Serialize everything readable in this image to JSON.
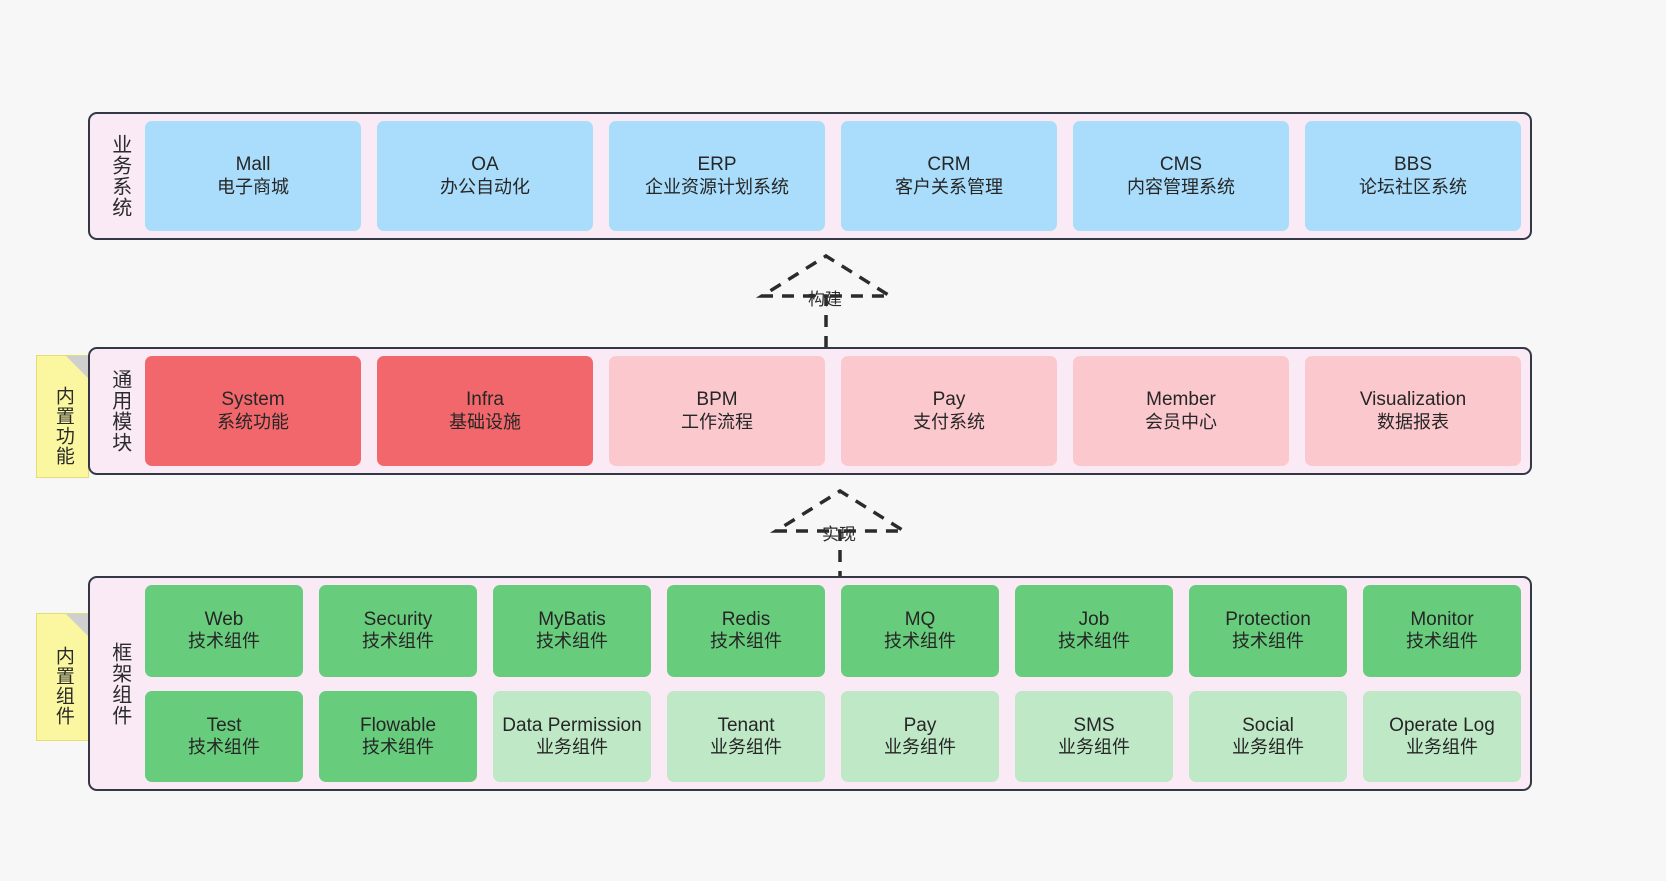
{
  "sections": [
    {
      "label": "业务系统",
      "rows": [
        [
          {
            "title": "Mall",
            "sub": "电子商城",
            "color": "c-blue"
          },
          {
            "title": "OA",
            "sub": "办公自动化",
            "color": "c-blue"
          },
          {
            "title": "ERP",
            "sub": "企业资源计划系统",
            "color": "c-blue"
          },
          {
            "title": "CRM",
            "sub": "客户关系管理",
            "color": "c-blue"
          },
          {
            "title": "CMS",
            "sub": "内容管理系统",
            "color": "c-blue"
          },
          {
            "title": "BBS",
            "sub": "论坛社区系统",
            "color": "c-blue"
          }
        ]
      ]
    },
    {
      "label": "通用模块",
      "sticky": "内置功能",
      "rows": [
        [
          {
            "title": "System",
            "sub": "系统功能",
            "color": "c-red"
          },
          {
            "title": "Infra",
            "sub": "基础设施",
            "color": "c-red"
          },
          {
            "title": "BPM",
            "sub": "工作流程",
            "color": "c-pink"
          },
          {
            "title": "Pay",
            "sub": "支付系统",
            "color": "c-pink"
          },
          {
            "title": "Member",
            "sub": "会员中心",
            "color": "c-pink"
          },
          {
            "title": "Visualization",
            "sub": "数据报表",
            "color": "c-pink"
          }
        ]
      ]
    },
    {
      "label": "框架组件",
      "sticky": "内置组件",
      "rows": [
        [
          {
            "title": "Web",
            "sub": "技术组件",
            "color": "c-green"
          },
          {
            "title": "Security",
            "sub": "技术组件",
            "color": "c-green"
          },
          {
            "title": "MyBatis",
            "sub": "技术组件",
            "color": "c-green"
          },
          {
            "title": "Redis",
            "sub": "技术组件",
            "color": "c-green"
          },
          {
            "title": "MQ",
            "sub": "技术组件",
            "color": "c-green"
          },
          {
            "title": "Job",
            "sub": "技术组件",
            "color": "c-green"
          },
          {
            "title": "Protection",
            "sub": "技术组件",
            "color": "c-green"
          },
          {
            "title": "Monitor",
            "sub": "技术组件",
            "color": "c-green"
          }
        ],
        [
          {
            "title": "Test",
            "sub": "技术组件",
            "color": "c-green"
          },
          {
            "title": "Flowable",
            "sub": "技术组件",
            "color": "c-green"
          },
          {
            "title": "Data Permission",
            "sub": "业务组件",
            "color": "c-greenlight"
          },
          {
            "title": "Tenant",
            "sub": "业务组件",
            "color": "c-greenlight"
          },
          {
            "title": "Pay",
            "sub": "业务组件",
            "color": "c-greenlight"
          },
          {
            "title": "SMS",
            "sub": "业务组件",
            "color": "c-greenlight"
          },
          {
            "title": "Social",
            "sub": "业务组件",
            "color": "c-greenlight"
          },
          {
            "title": "Operate Log",
            "sub": "业务组件",
            "color": "c-greenlight"
          }
        ]
      ]
    }
  ],
  "connectors": [
    {
      "label": "构建"
    },
    {
      "label": "实现"
    }
  ],
  "colors": {
    "panel_bg": "#f9eaf5",
    "panel_border": "#333844",
    "blue": "#a9ddfb",
    "red": "#f2676b",
    "pink": "#fbc8ce",
    "green": "#68cc7d",
    "green_light": "#bfe8c6",
    "sticky": "#fbf7a0",
    "canvas": "#f7f7f7"
  }
}
